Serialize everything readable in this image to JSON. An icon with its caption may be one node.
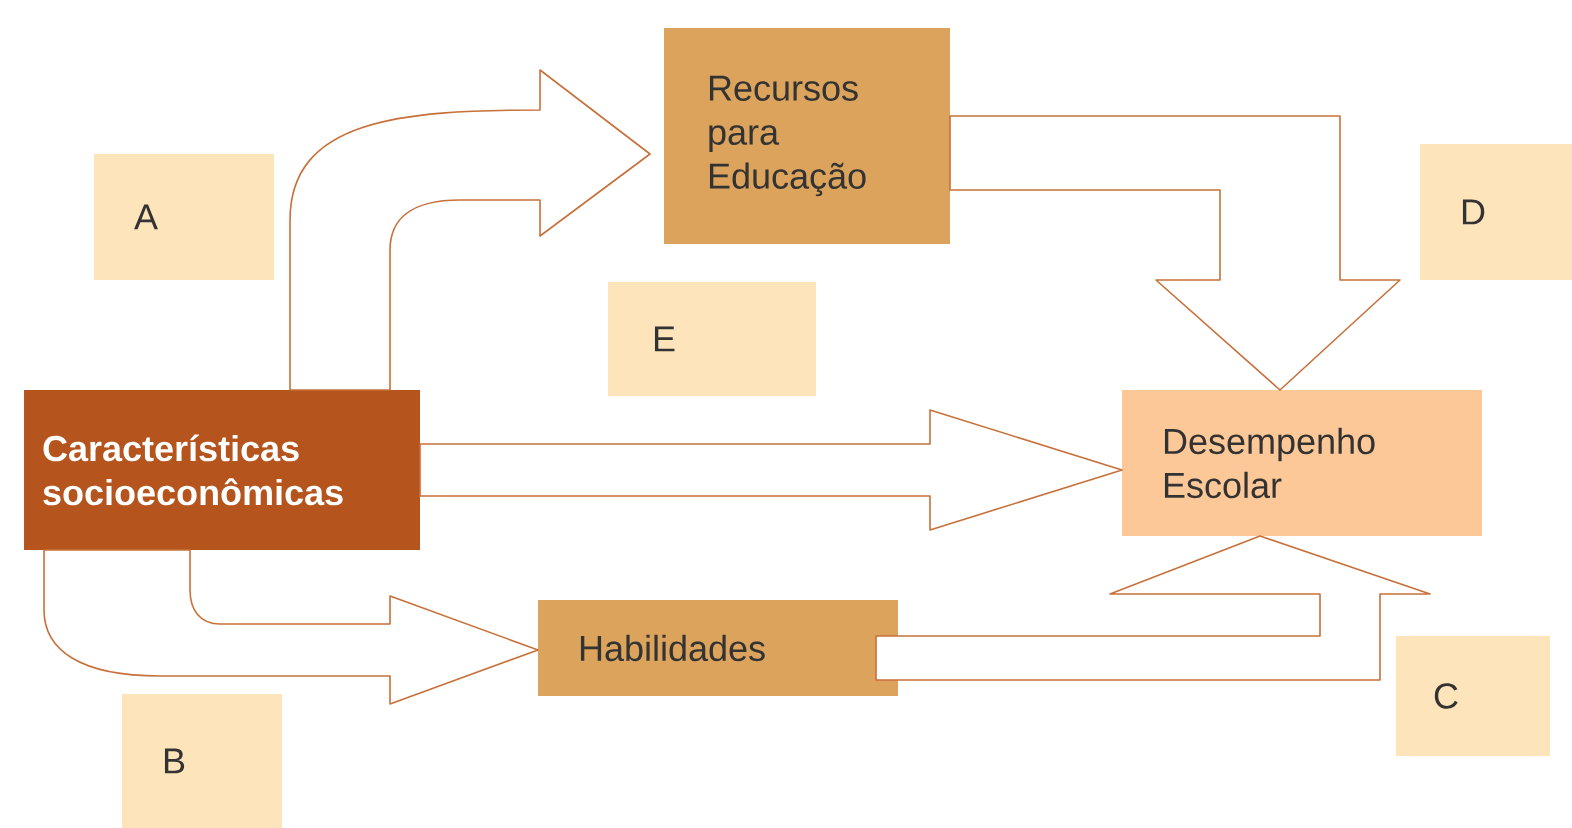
{
  "diagram": {
    "nodes": [
      {
        "text": [
          "Características socioeconômicas"
        ]
      },
      {
        "text": [
          "Recursos para Educação"
        ]
      },
      {
        "text": [
          "Habilidades"
        ]
      },
      {
        "text": [
          "Desempenho Escolar"
        ]
      },
      {
        "text": [
          "A"
        ]
      },
      {
        "text": [
          "D"
        ]
      },
      {
        "text": [
          "E"
        ]
      },
      {
        "text": [
          "C"
        ]
      },
      {
        "text": [
          "B"
        ]
      }
    ],
    "edges": [
      {
        "from": 0,
        "to": 1,
        "arrow": "to"
      },
      {
        "from": 1,
        "to": 3,
        "arrow": "to"
      },
      {
        "from": 0,
        "to": 3,
        "arrow": "to"
      },
      {
        "from": 0,
        "to": 2,
        "arrow": "to"
      },
      {
        "from": 2,
        "to": 3,
        "arrow": "to"
      }
    ]
  }
}
